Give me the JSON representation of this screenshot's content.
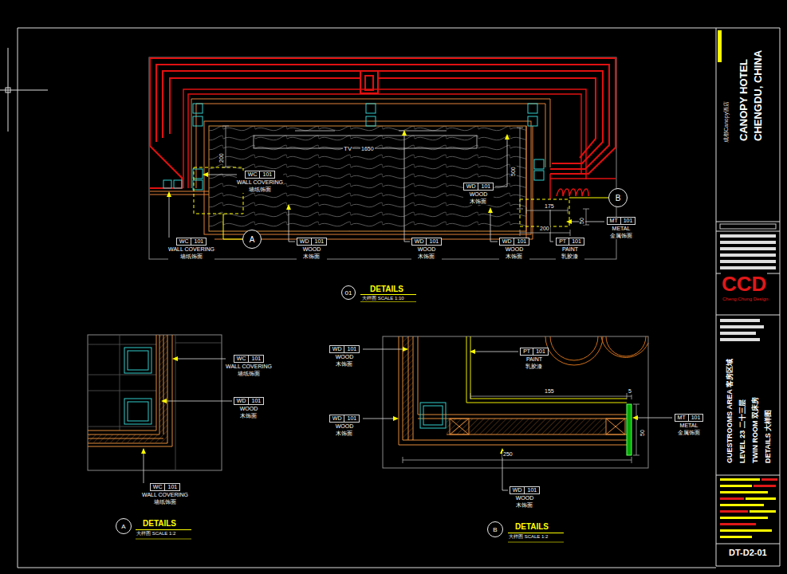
{
  "diagram": {
    "nodes": [
      {
        "text": [
          "WC",
          "101",
          "WALL COVERING",
          "墙纸饰面"
        ]
      },
      {
        "text": [
          "WC",
          "101",
          "WALL COVERING",
          "墙纸饰面"
        ]
      },
      {
        "text": [
          "WD",
          "101",
          "WOOD",
          "木饰面"
        ]
      },
      {
        "text": [
          "WD",
          "101",
          "WOOD",
          "木饰面"
        ]
      },
      {
        "text": [
          "WD",
          "101",
          "WOOD",
          "木饰面"
        ]
      },
      {
        "text": [
          "PT",
          "101",
          "PAINT",
          "乳胶漆"
        ]
      },
      {
        "text": [
          "WD",
          "101",
          "WOOD",
          "木饰面"
        ]
      },
      {
        "text": [
          "MT",
          "101",
          "METAL",
          "金属饰面"
        ]
      },
      {
        "text": [
          "A"
        ]
      },
      {
        "text": [
          "B"
        ]
      },
      {
        "text": [
          "01"
        ]
      },
      {
        "text": [
          "WC",
          "101",
          "WALL COVERING",
          "墙纸饰面"
        ]
      },
      {
        "text": [
          "WD",
          "101",
          "WOOD",
          "木饰面"
        ]
      },
      {
        "text": [
          "WC",
          "101",
          "WALL COVERING",
          "墙纸饰面"
        ]
      },
      {
        "text": [
          "A"
        ]
      },
      {
        "text": [
          "WD",
          "101",
          "WOOD",
          "木饰面"
        ]
      },
      {
        "text": [
          "PT",
          "101",
          "PAINT",
          "乳胶漆"
        ]
      },
      {
        "text": [
          "MT",
          "101",
          "METAL",
          "金属饰面"
        ]
      },
      {
        "text": [
          "WD",
          "101",
          "WOOD",
          "木饰面"
        ]
      },
      {
        "text": [
          "WD",
          "101",
          "WOOD",
          "木饰面"
        ]
      },
      {
        "text": [
          "B"
        ]
      }
    ],
    "labels": [
      "TV",
      "1650",
      "200",
      "500",
      "175",
      "200",
      "50",
      "DETAILS",
      "大样图 SCALE 1:10",
      "155",
      "5",
      "50",
      "250",
      "DETAILS",
      "大样图 SCALE 1:2",
      "DETAILS",
      "大样图 SCALE 1:2",
      "成都Canopy酒店",
      "CANOPY HOTEL",
      "CHENGDU, CHINA",
      "CCD",
      "Cheng Chung Design",
      "GUESTROOMS AREA 客房区域",
      "LEVEL 23 二十三层",
      "TWIN ROOM 双床房",
      "DETAILS 大样图",
      "DT-D2-01"
    ]
  }
}
